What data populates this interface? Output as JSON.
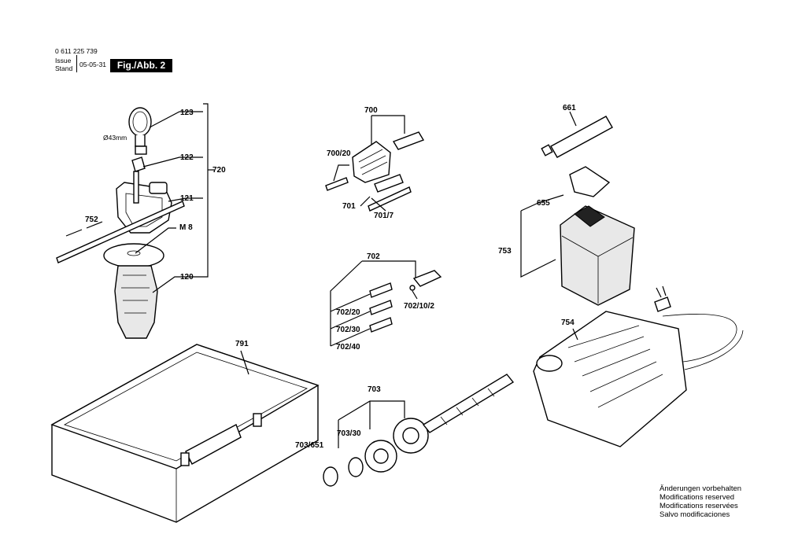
{
  "header": {
    "part_number": "0 611 225 739",
    "issue_label": "Issue",
    "stand_label": "Stand",
    "date": "05-05-31",
    "figure": "Fig./Abb. 2"
  },
  "labels": {
    "p123": "123",
    "p122": "122",
    "p121": "121",
    "p720": "720",
    "p752": "752",
    "pM8": "M 8",
    "p120": "120",
    "dia": "Ø43mm",
    "p700": "700",
    "p700_20": "700/20",
    "p701": "701",
    "p701_7": "701/7",
    "p661": "661",
    "p655": "655",
    "p753": "753",
    "p702": "702",
    "p702_20": "702/20",
    "p702_30": "702/30",
    "p702_40": "702/40",
    "p702_10_2": "702/10/2",
    "p754": "754",
    "p791": "791",
    "p703": "703",
    "p703_30": "703/30",
    "p703_651": "703/651"
  },
  "notes": [
    "Änderungen vorbehalten",
    "Modifications reserved",
    "Modifications reservées",
    "Salvo modificaciones"
  ]
}
